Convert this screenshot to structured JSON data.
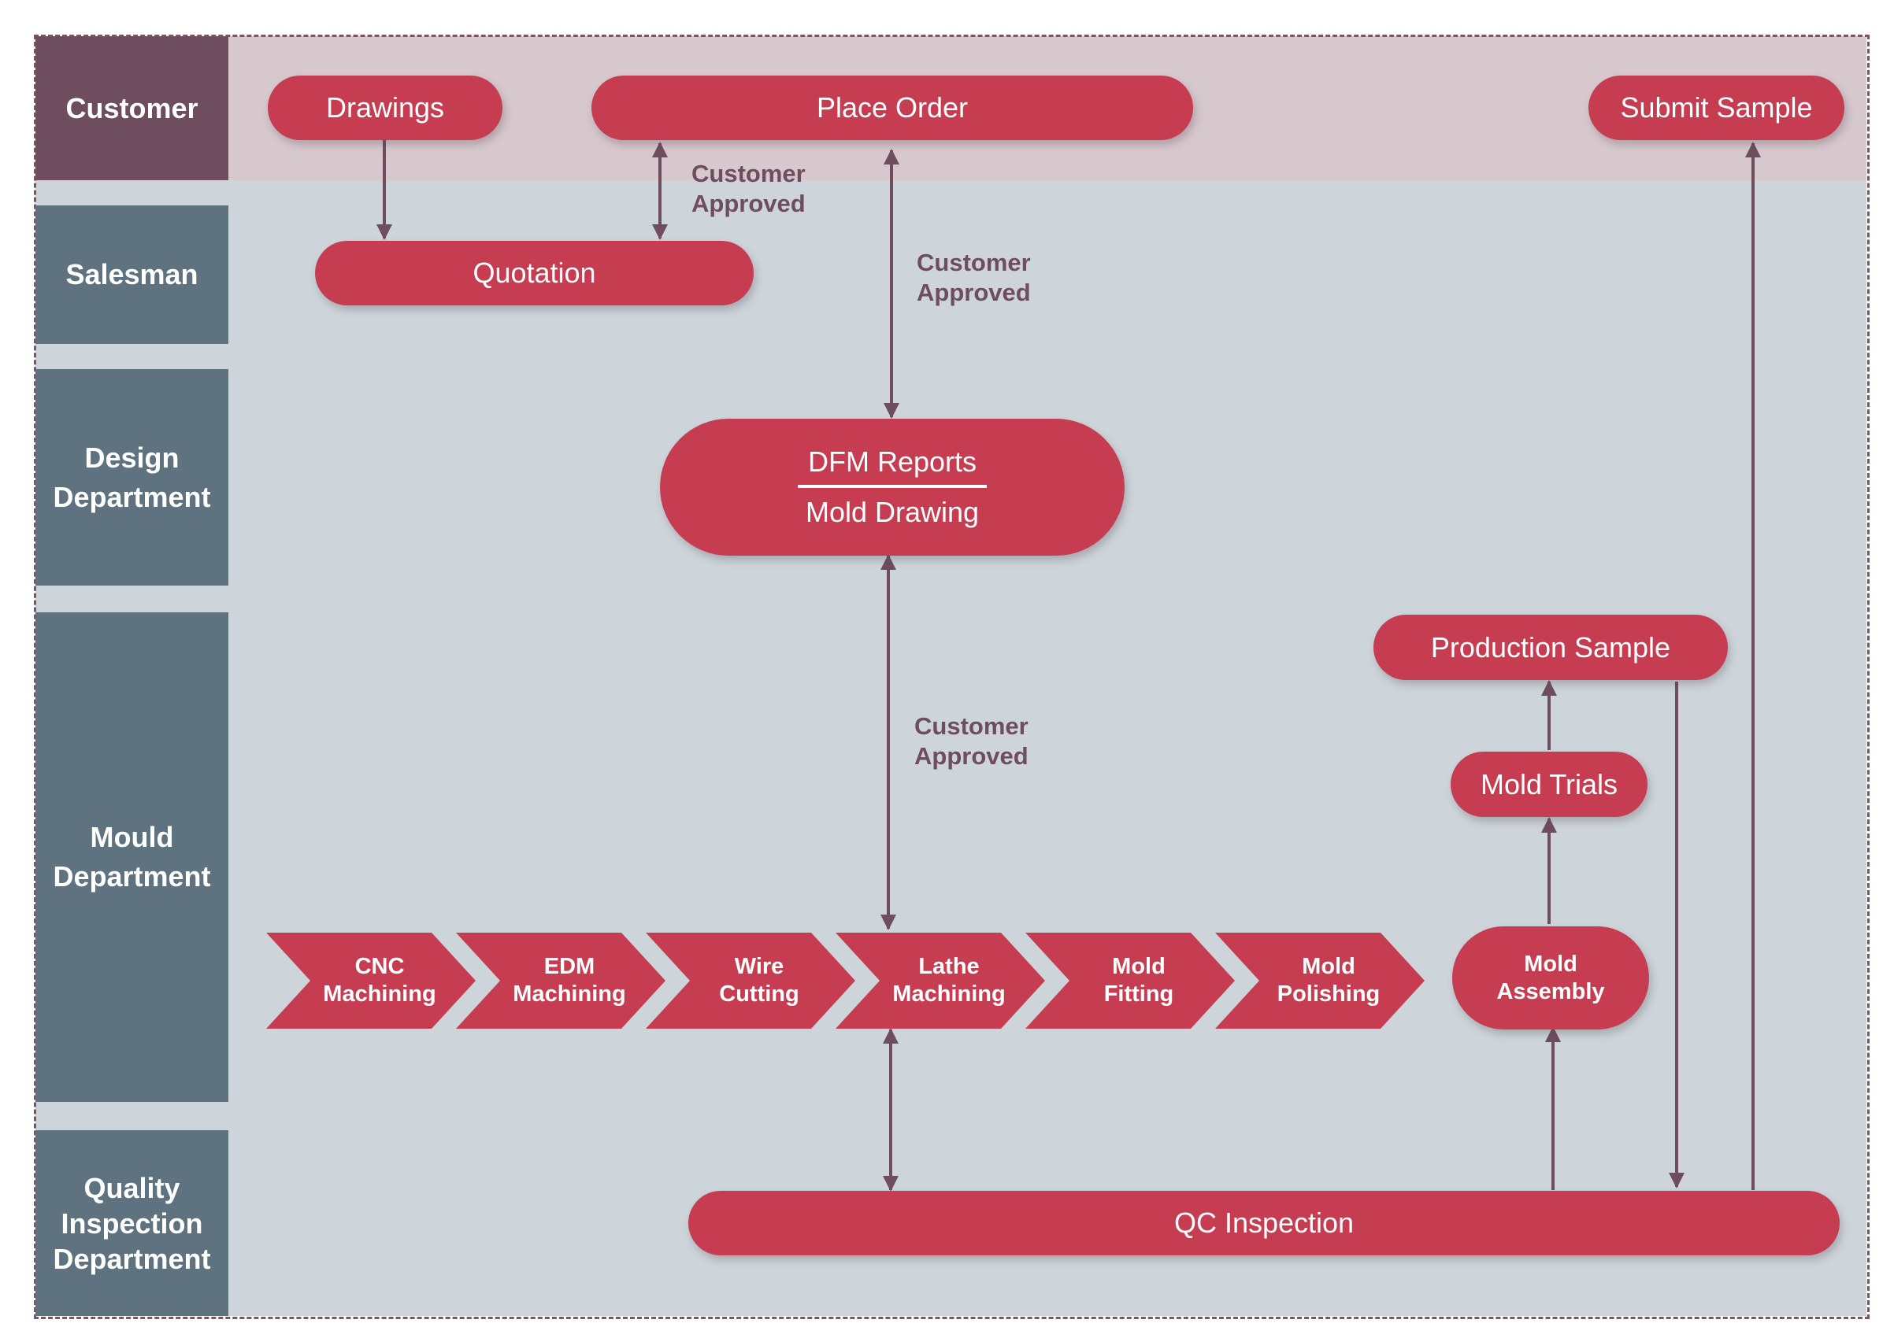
{
  "colors": {
    "accent": "#c63c50",
    "lane_customer": "#6e4d5e",
    "lane": "#5e7280",
    "connector": "#6e4d5e"
  },
  "lanes": {
    "customer": "Customer",
    "salesman": "Salesman",
    "design": [
      "Design",
      "Department"
    ],
    "mould": [
      "Mould",
      "Department"
    ],
    "quality": [
      "Quality",
      "Inspection",
      "Department"
    ]
  },
  "nodes": {
    "drawings": "Drawings",
    "place_order": "Place Order",
    "submit_sample": "Submit Sample",
    "quotation": "Quotation",
    "dfm_reports": "DFM Reports",
    "mold_drawing": "Mold Drawing",
    "production_sample": "Production Sample",
    "mold_trials": "Mold Trials",
    "mold_assembly": [
      "Mold",
      "Assembly"
    ],
    "qc_inspection": "QC Inspection"
  },
  "process_steps": [
    [
      "CNC",
      "Machining"
    ],
    [
      "EDM",
      "Machining"
    ],
    [
      "Wire",
      "Cutting"
    ],
    [
      "Lathe",
      "Machining"
    ],
    [
      "Mold",
      "Fitting"
    ],
    [
      "Mold",
      "Polishing"
    ]
  ],
  "labels": {
    "approved_1": [
      "Customer",
      "Approved"
    ],
    "approved_2": [
      "Customer",
      "Approved"
    ],
    "approved_3": [
      "Customer",
      "Approved"
    ]
  }
}
